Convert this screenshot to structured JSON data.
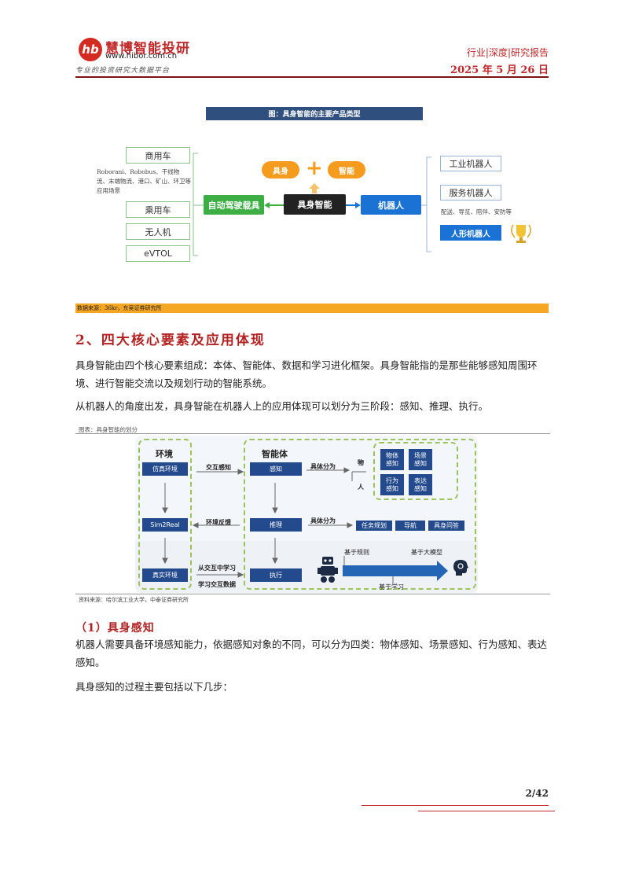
{
  "header": {
    "logo_mark": "hb",
    "brand": "慧博智能投研",
    "url": "www.hibor.com.cn",
    "slogan": "专业的投资研究大数据平台",
    "category": "行业|深度|研究报告",
    "date": "2025 年 5 月 26 日"
  },
  "figure1": {
    "title": "图：具身智能的主要产品类型",
    "center": "具身智能",
    "top_left_pill": "具身",
    "top_right_pill": "智能",
    "left_main": "自动驾驶载具",
    "right_main": "机器人",
    "left_items": [
      "商用车",
      "乘用车",
      "无人机",
      "eVTOL"
    ],
    "commercial_note": "Roborani、Robobus、干线物流、末端物流、港口、矿山、环卫等应用场景",
    "right_items": [
      "工业机器人",
      "服务机器人"
    ],
    "service_note": "配送、导览、陪伴、安防等",
    "humanoid": "人形机器人",
    "source": "数据来源：36kr，东吴证券研究所",
    "colors": {
      "green": "#3cae44",
      "blue": "#1a73d4",
      "orange": "#f59b1e"
    }
  },
  "section": {
    "title": "2、四大核心要素及应用体现",
    "para1": "具身智能由四个核心要素组成：本体、智能体、数据和学习进化框架。具身智能指的是那些能够感知周围环境、进行智能交流以及规划行动的智能系统。",
    "para2": "从机器人的角度出发，具身智能在机器人上的应用体现可以划分为三阶段：感知、推理、执行。"
  },
  "figure2": {
    "caption": "图表：具身智能的划分",
    "env_title": "环境",
    "env_items": [
      "仿真环境",
      "Sim2Real",
      "真实环境"
    ],
    "arrows_mid": [
      "交互感知",
      "环境反馈",
      "从交互中学习",
      "学习交互数据"
    ],
    "agent_title": "智能体",
    "agent_items": [
      "感知",
      "推理",
      "执行"
    ],
    "divide_label": "具体分为",
    "object_label_top": "物",
    "object_label_bottom": "人",
    "perception_types": [
      "物体感知",
      "场景感知",
      "行为感知",
      "表达感知"
    ],
    "reason_types": [
      "任务规划",
      "导航",
      "具身问答"
    ],
    "exec_labels": [
      "基于规则",
      "基于大模型",
      "基于学习"
    ],
    "robot_icon": "robot-icon",
    "brain_icon": "brain-icon",
    "source": "资料来源：哈尔滨工业大学，中泰证券研究所"
  },
  "subsection": {
    "title": "（1）具身感知",
    "para1": "机器人需要具备环境感知能力，依据感知对象的不同，可以分为四类：物体感知、场景感知、行为感知、表达感知。",
    "para2": "具身感知的过程主要包括以下几步："
  },
  "footer": {
    "page": "2/42"
  }
}
